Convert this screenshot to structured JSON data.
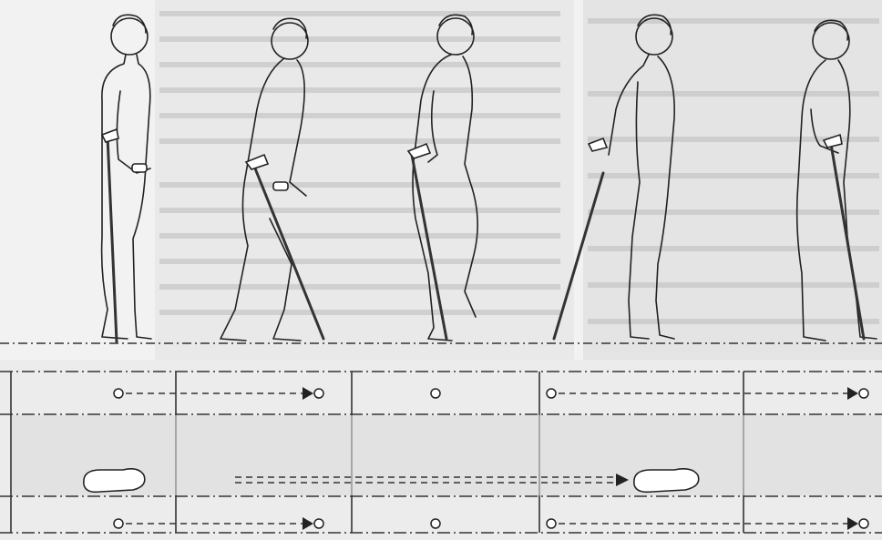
{
  "figures": [
    "stance",
    "swing-start",
    "mid-swing",
    "late-swing",
    "stance-end"
  ],
  "diagram": {
    "columns": 5,
    "rows": [
      "crutch-track-top",
      "foot-track",
      "crutch-track-bottom"
    ],
    "icons": [
      "crutch-tip-dot",
      "arrow-right-icon",
      "footprint-icon"
    ]
  },
  "colors": {
    "ink": "#222222",
    "paper": "#f4f4f4",
    "shade": "#d6d6d6"
  }
}
